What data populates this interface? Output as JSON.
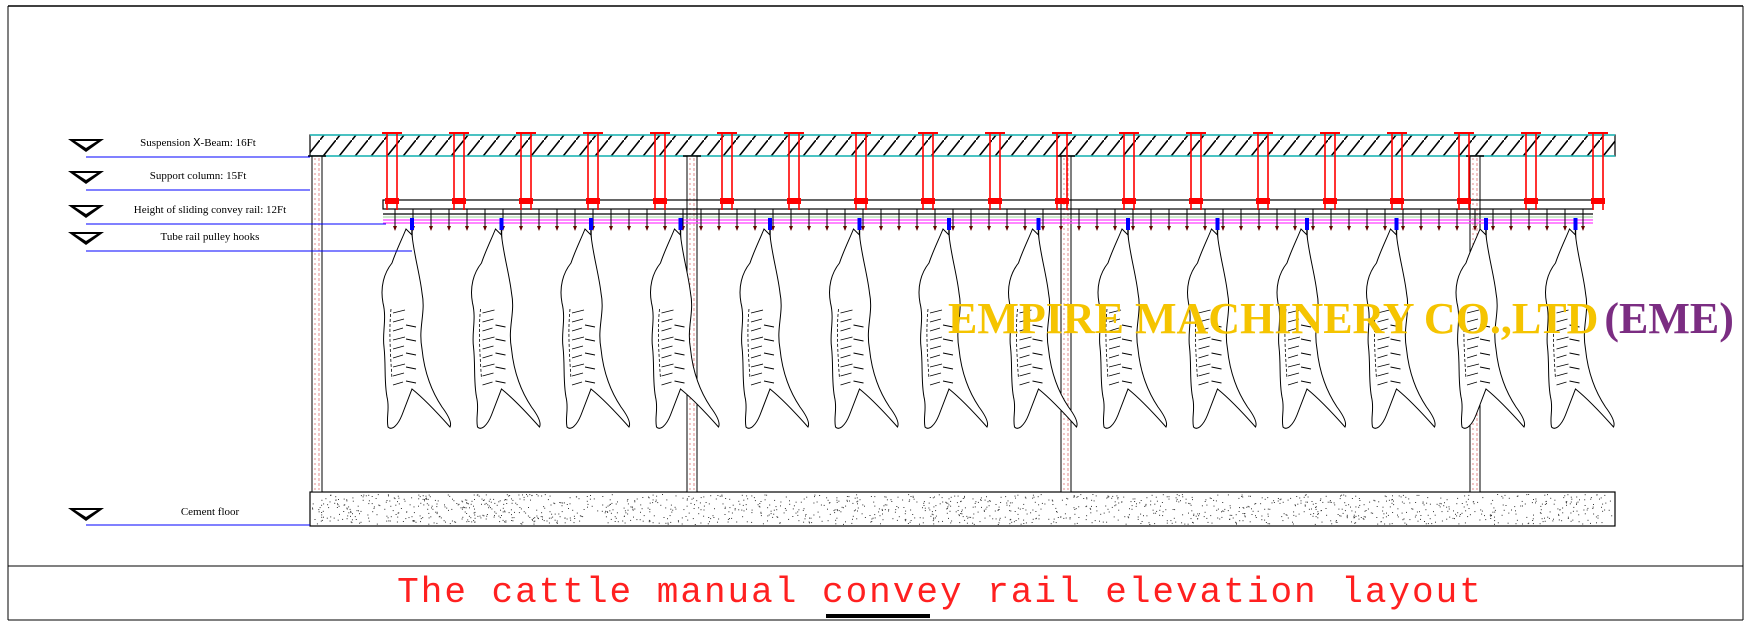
{
  "levels": [
    {
      "key": "ibeam",
      "label": "Suspension Ⅹ-Beam: 16Ft"
    },
    {
      "key": "column",
      "label": "Support column: 15Ft"
    },
    {
      "key": "rail",
      "label": "Height of sliding convey rail: 12Ft"
    },
    {
      "key": "hooks",
      "label": "Tube rail pulley hooks"
    },
    {
      "key": "floor",
      "label": "Cement floor"
    }
  ],
  "watermark": {
    "company": "EMPIRE MACHINERY CO.,LTD",
    "abbr": "(EME)",
    "company_color": "#f5c400",
    "abbr_color": "#7b2d82"
  },
  "title": {
    "text": "The cattle manual convey rail elevation layout",
    "color": "#ff2020"
  },
  "colors": {
    "beam_outline": "#20c0c0",
    "hanger": "#ff0000",
    "rail_pink": "#ff40ff",
    "leader": "#0000ff",
    "hook": "#0000ff"
  },
  "counts": {
    "columns": 4,
    "carcasses": 14,
    "hangers": 19
  }
}
